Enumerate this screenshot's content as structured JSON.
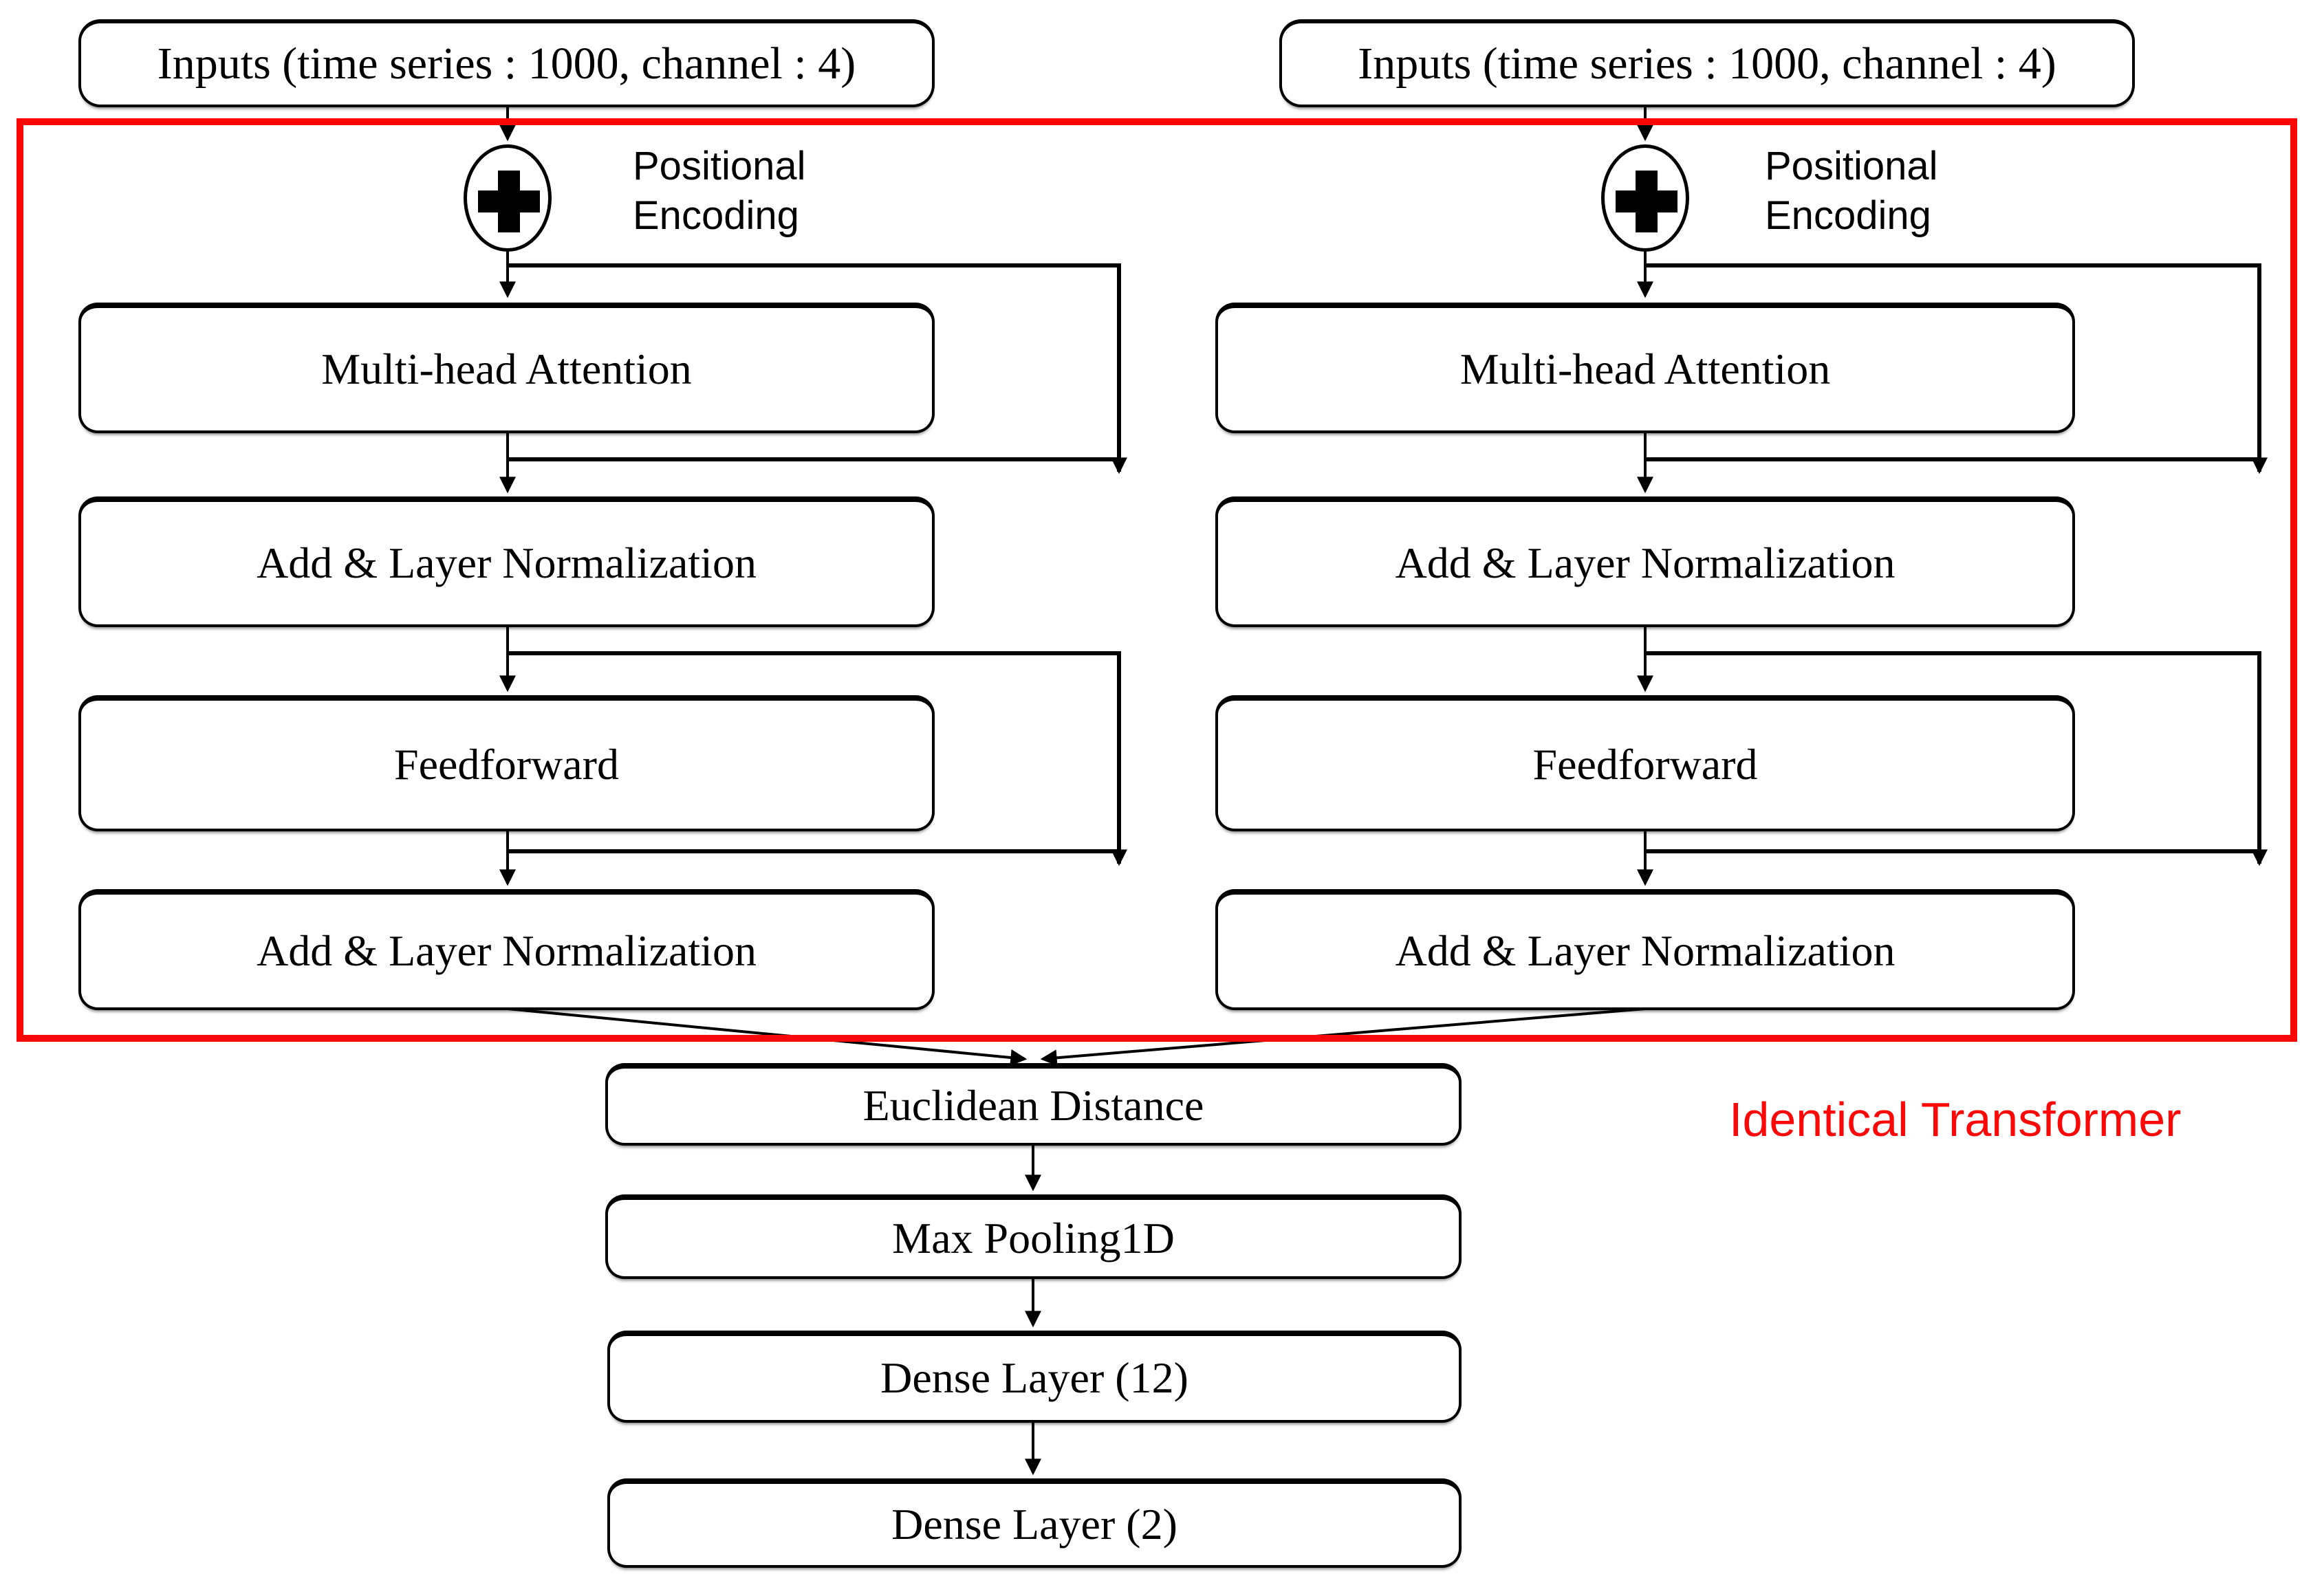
{
  "figure": {
    "inputs_label": "Inputs (time series : 1000, channel : 4)",
    "positional_encoding": {
      "line1": "Positional",
      "line2": "Encoding",
      "operator_icon": "plus-in-circle"
    },
    "transformer_branch": {
      "multi_head_attention": "Multi-head Attention",
      "add_layer_norm_1": "Add & Layer Normalization",
      "feedforward": "Feedforward",
      "add_layer_norm_2": "Add & Layer Normalization"
    },
    "head": {
      "euclidean_distance": "Euclidean Distance",
      "max_pooling": "Max Pooling1D",
      "dense_12": "Dense Layer (12)",
      "dense_2": "Dense Layer (2)"
    },
    "annotations": {
      "identical_transformer": "Identical Transformer"
    },
    "colors": {
      "boundary_red": "#fb0505",
      "annotation_red": "#fb0909",
      "line_black": "#000000",
      "background": "#ffffff"
    }
  }
}
